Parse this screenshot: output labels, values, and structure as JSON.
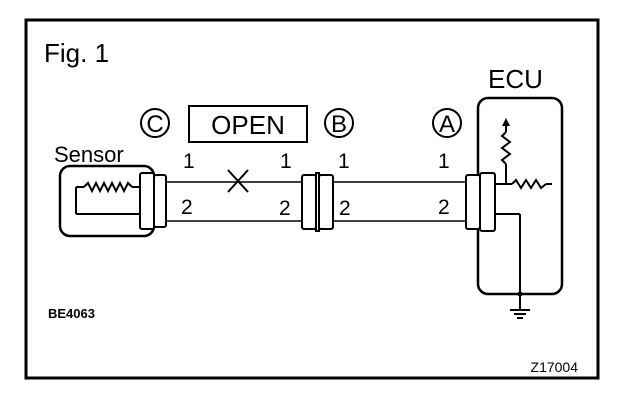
{
  "figure": {
    "title": "Fig. 1",
    "code_left": "BE4063",
    "code_right": "Z17004"
  },
  "labels": {
    "ecu": "ECU",
    "sensor": "Sensor",
    "open": "OPEN"
  },
  "connectors": {
    "c": "C",
    "b": "B",
    "a": "A"
  },
  "pins": {
    "c_1": "1",
    "c_2": "2",
    "b_left_1": "1",
    "b_left_2": "2",
    "b_right_1": "1",
    "b_right_2": "2",
    "a_1": "1",
    "a_2": "2"
  },
  "colors": {
    "ink": "#000000",
    "background": "#ffffff"
  },
  "icons": {
    "break": "x-open-circuit-mark",
    "ground": "ground-symbol",
    "resistor": "zigzag-resistor"
  }
}
